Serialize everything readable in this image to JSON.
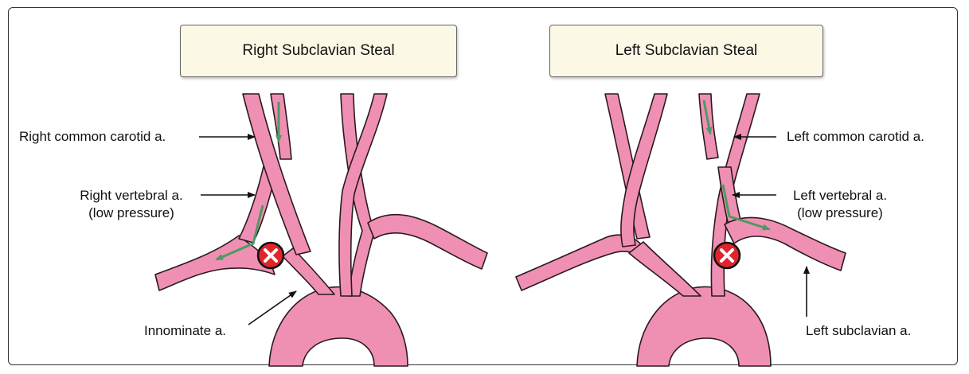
{
  "panels": {
    "right": {
      "title": "Right Subclavian Steal",
      "labels": {
        "common_carotid": "Right common carotid a.",
        "vertebral_line1": "Right vertebral a.",
        "vertebral_line2": "(low pressure)",
        "innominate": "Innominate a."
      }
    },
    "left": {
      "title": "Left Subclavian Steal",
      "labels": {
        "common_carotid": "Left common carotid a.",
        "vertebral_line1": "Left vertebral a.",
        "vertebral_line2": "(low pressure)",
        "subclavian": "Left subclavian a."
      }
    }
  },
  "colors": {
    "artery": "#f08fb4",
    "artery_outline": "#2a1a1e",
    "flow_arrow": "#4d9a62",
    "occlusion_fill": "#e0242b",
    "title_bg": "#fcf8e6"
  },
  "icons": {
    "occlusion": "x-circle-icon"
  }
}
